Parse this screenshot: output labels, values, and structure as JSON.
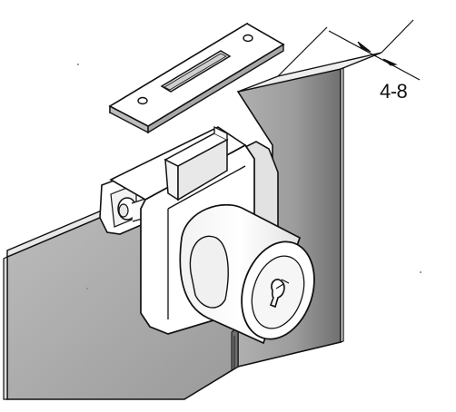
{
  "dimension": {
    "label": "4-8"
  },
  "colors": {
    "line": "#111111",
    "panel_front_light": "#c8c8c8",
    "panel_front_mid": "#b4b4b4",
    "panel_front_dark": "#8f8f8f",
    "panel_edge": "#e6e6e6",
    "panel_gap_shadow": "#7a7a7a",
    "metal_light": "#ffffff",
    "metal_shade": "#e4e4e4",
    "metal_dark": "#cfcfcf"
  },
  "parts": {
    "strike_plate": "strike-plate",
    "lock_body": "lock-body",
    "cylinder": "key-cylinder",
    "keyhole": "keyhole"
  }
}
